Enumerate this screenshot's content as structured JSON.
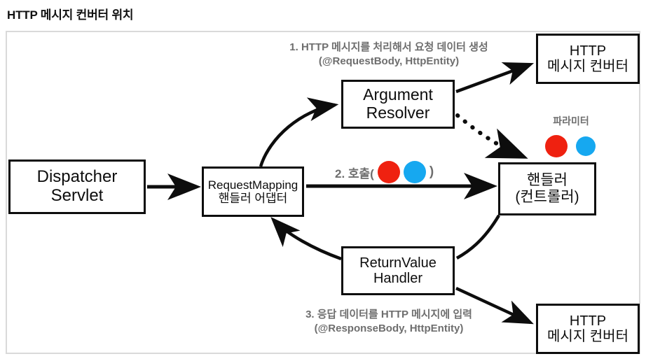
{
  "page": {
    "title": "HTTP 메시지 컨버터 위치",
    "frame_border_color": "#d9d9d9",
    "background": "#ffffff"
  },
  "colors": {
    "red_dot": "#ef2110",
    "blue_dot": "#16a8f0",
    "annotation_gray": "#6e6e6e",
    "box_stroke": "#0d0d0d"
  },
  "diagram": {
    "type": "flow-diagram",
    "nodes": [
      {
        "id": "dispatcher-servlet",
        "line1": "Dispatcher",
        "line2": "Servlet"
      },
      {
        "id": "request-mapping-handler-adapter",
        "line1": "RequestMapping",
        "line2": "핸들러 어댑터"
      },
      {
        "id": "argument-resolver",
        "line1": "Argument",
        "line2": "Resolver"
      },
      {
        "id": "http-message-converter-top",
        "line1": "HTTP",
        "line2": "메시지 컨버터"
      },
      {
        "id": "handler-controller",
        "line1": "핸들러",
        "line2": "(컨트롤러)"
      },
      {
        "id": "return-value-handler",
        "line1": "ReturnValue",
        "line2": "Handler"
      },
      {
        "id": "http-message-converter-bottom",
        "line1": "HTTP",
        "line2": "메시지 컨버터"
      }
    ],
    "annotations": {
      "step1": {
        "line1": "1. HTTP 메시지를 처리해서 요청 데이터 생성",
        "line2": "(@RequestBody, HttpEntity)"
      },
      "step2": {
        "prefix": "2. 호출(",
        "suffix": ")"
      },
      "step3": {
        "line1": "3. 응답 데이터를 HTTP 메시지에 입력",
        "line2": "(@ResponseBody, HttpEntity)"
      },
      "parameter_label": "파라미터"
    },
    "edges": [
      {
        "from": "dispatcher-servlet",
        "to": "request-mapping-handler-adapter",
        "style": "solid-straight"
      },
      {
        "from": "request-mapping-handler-adapter",
        "to": "argument-resolver",
        "style": "solid-curved"
      },
      {
        "from": "argument-resolver",
        "to": "http-message-converter-top",
        "style": "solid-straight"
      },
      {
        "from": "argument-resolver",
        "to": "handler-controller",
        "style": "dotted-curved"
      },
      {
        "from": "request-mapping-handler-adapter",
        "to": "handler-controller",
        "style": "solid-straight"
      },
      {
        "from": "handler-controller",
        "to": "return-value-handler",
        "style": "solid-curved-no-arrow"
      },
      {
        "from": "return-value-handler",
        "to": "request-mapping-handler-adapter",
        "style": "solid-curved"
      },
      {
        "from": "return-value-handler",
        "to": "http-message-converter-bottom",
        "style": "solid-straight"
      }
    ]
  }
}
